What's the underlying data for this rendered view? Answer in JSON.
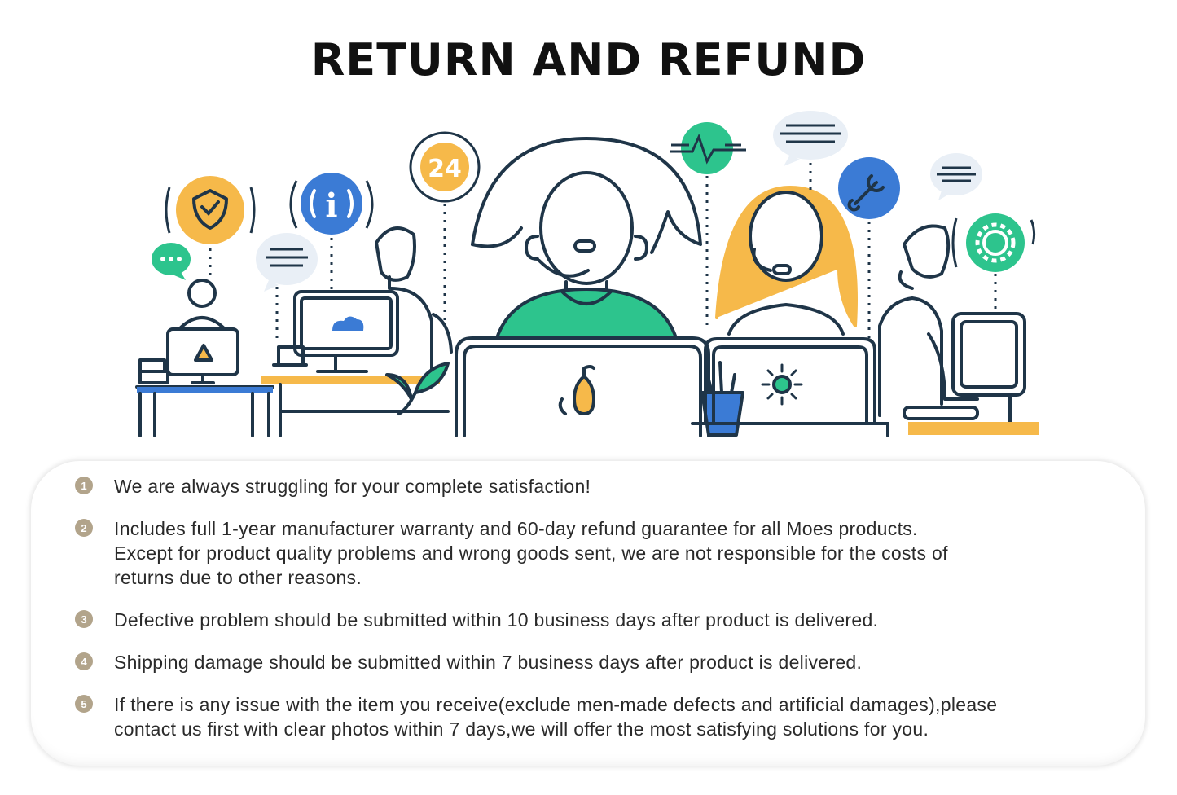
{
  "title": "RETURN AND REFUND",
  "illustration": {
    "badge_24": "24",
    "icons": [
      "shield-check-icon",
      "info-icon",
      "24-hour-icon",
      "heartbeat-icon",
      "chat-bubble-icon",
      "wrench-icon",
      "gear-icon",
      "cloud-icon",
      "pear-icon",
      "sun-icon",
      "plant-icon",
      "pen-cup-icon"
    ],
    "colors": {
      "orange": "#f6b94a",
      "blue": "#3b7bd5",
      "green": "#2dc48d",
      "navy": "#1f3548",
      "light_blue_bubble": "#e9eff6",
      "beige_badge": "#b2a48b"
    }
  },
  "items": [
    {
      "num": "1",
      "lines": [
        "We are always struggling for your complete satisfaction!"
      ]
    },
    {
      "num": "2",
      "lines": [
        "Includes full 1-year manufacturer warranty and 60-day refund guarantee for all Moes products.",
        "Except for product quality problems and wrong goods sent, we are not responsible for the costs of",
        "returns due to other reasons."
      ]
    },
    {
      "num": "3",
      "lines": [
        "Defective problem should be submitted within 10 business days after product is delivered."
      ]
    },
    {
      "num": "4",
      "lines": [
        "Shipping damage should be submitted within 7 business days after product is delivered."
      ]
    },
    {
      "num": "5",
      "lines": [
        "If there is any issue with the item you receive(exclude men-made defects and artificial damages),please",
        "contact us first with clear photos within 7 days,we will offer the most satisfying solutions for you."
      ]
    }
  ]
}
